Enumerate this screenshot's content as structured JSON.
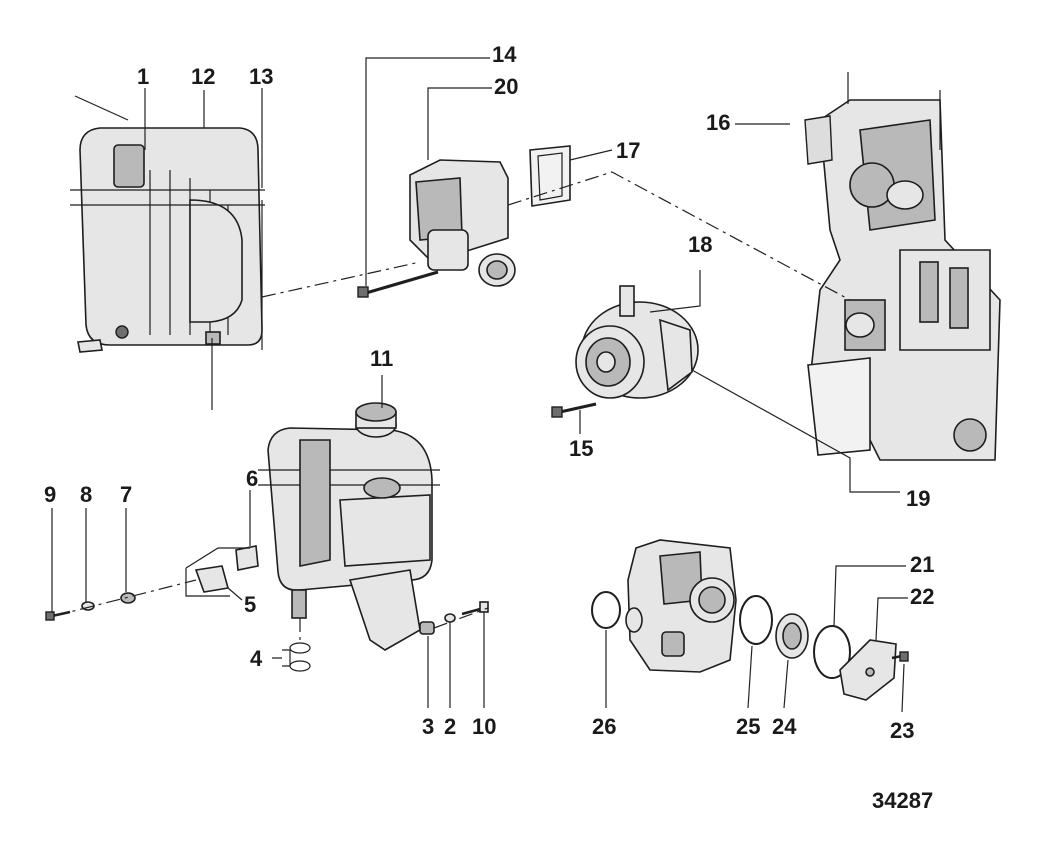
{
  "callouts": {
    "c1": "1",
    "c2": "2",
    "c3": "3",
    "c4": "4",
    "c5": "5",
    "c6": "6",
    "c7": "7",
    "c8": "8",
    "c9": "9",
    "c10": "10",
    "c11": "11",
    "c12": "12",
    "c13": "13",
    "c14": "14",
    "c15": "15",
    "c16": "16",
    "c17": "17",
    "c18": "18",
    "c19": "19",
    "c20": "20",
    "c21": "21",
    "c22": "22",
    "c23": "23",
    "c24": "24",
    "c25": "25",
    "c26": "26"
  },
  "figure_number": "34287"
}
